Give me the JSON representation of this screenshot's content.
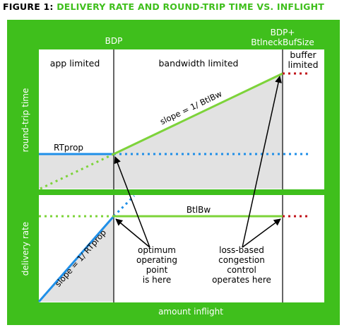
{
  "figure": {
    "title_lead": "FIGURE 1:",
    "title_rest": "DELIVERY RATE AND ROUND-TRIP TIME VS. INFLIGHT"
  },
  "top_labels": {
    "bdp": "BDP",
    "bdp_plus_line1": "BDP+",
    "bdp_plus_line2": "BtlneckBufSize"
  },
  "regions": {
    "app": "app limited",
    "bandwidth": "bandwidth limited",
    "buffer_line1": "buffer",
    "buffer_line2": "limited"
  },
  "axes": {
    "top_y": "round-trip time",
    "bottom_y": "delivery rate",
    "x": "amount inflight"
  },
  "curves": {
    "rtprop": "RTprop",
    "btlbw": "BtlBw",
    "slope_rtt": "slope = 1/ BtlBw",
    "slope_rate": "slope = 1/ RTprop"
  },
  "annotations": {
    "optimum": [
      "optimum",
      "operating",
      "point",
      "is here"
    ],
    "lossbased": [
      "loss-based",
      "congestion",
      "control",
      "operates here"
    ]
  },
  "colors": {
    "frame_green": "#3fbf1c",
    "panel_bg": "#ffffff",
    "shade": "#e2e2e2",
    "blue_line": "#1f8fe8",
    "green_line": "#7dd33a",
    "red_dots": "#c0141b",
    "text_light": "#ffffff",
    "text_dark": "#000000"
  }
}
